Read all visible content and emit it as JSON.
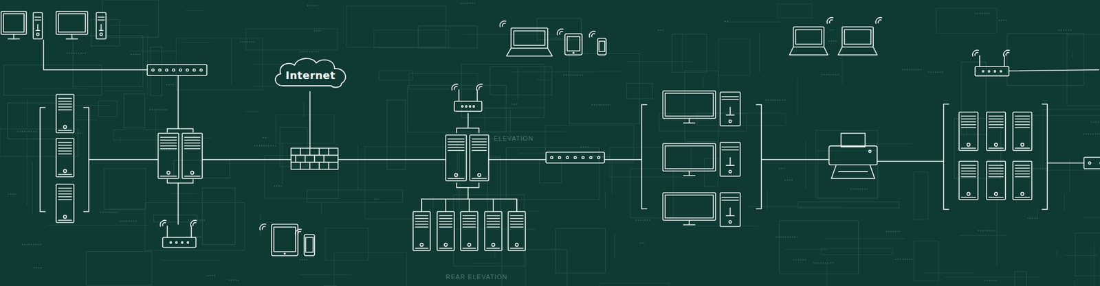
{
  "diagram": {
    "nodes": [
      {
        "text": [
          "Internet"
        ]
      }
    ],
    "labels": [
      "ELEVATION",
      "REAR ELEVATION"
    ]
  }
}
